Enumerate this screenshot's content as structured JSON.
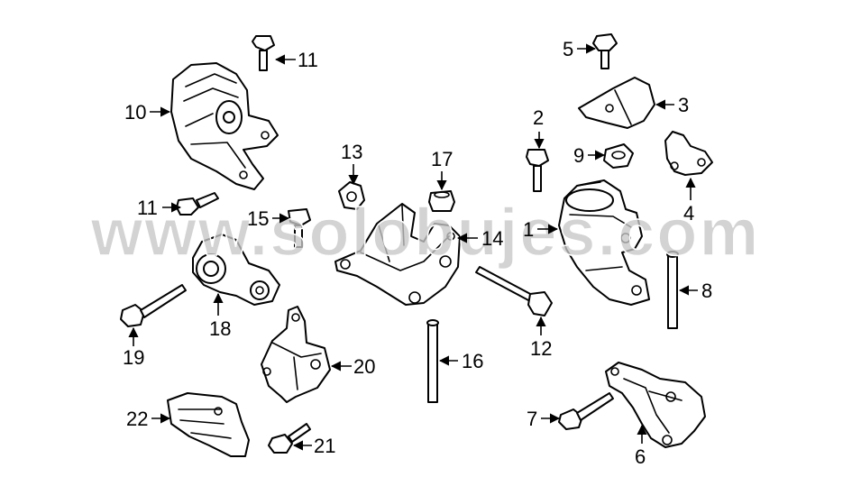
{
  "watermark": {
    "text": "www.solobujes.com"
  },
  "callouts": [
    {
      "id": "1",
      "label": "1"
    },
    {
      "id": "2",
      "label": "2"
    },
    {
      "id": "3",
      "label": "3"
    },
    {
      "id": "4",
      "label": "4"
    },
    {
      "id": "5",
      "label": "5"
    },
    {
      "id": "6",
      "label": "6"
    },
    {
      "id": "7",
      "label": "7"
    },
    {
      "id": "8",
      "label": "8"
    },
    {
      "id": "9",
      "label": "9"
    },
    {
      "id": "10",
      "label": "10"
    },
    {
      "id": "11a",
      "label": "11"
    },
    {
      "id": "11b",
      "label": "11"
    },
    {
      "id": "12",
      "label": "12"
    },
    {
      "id": "13",
      "label": "13"
    },
    {
      "id": "14",
      "label": "14"
    },
    {
      "id": "15",
      "label": "15"
    },
    {
      "id": "16",
      "label": "16"
    },
    {
      "id": "17",
      "label": "17"
    },
    {
      "id": "18",
      "label": "18"
    },
    {
      "id": "19",
      "label": "19"
    },
    {
      "id": "20",
      "label": "20"
    },
    {
      "id": "21",
      "label": "21"
    },
    {
      "id": "22",
      "label": "22"
    }
  ]
}
